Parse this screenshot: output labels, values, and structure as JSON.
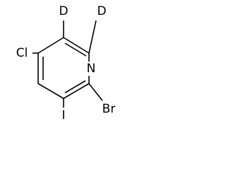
{
  "molecule": {
    "atoms": {
      "n": "N",
      "cl": "Cl",
      "i": "I",
      "br": "Br",
      "d_top_left": "D",
      "d_top_right": "D"
    }
  },
  "colors": {
    "bond": "#000000",
    "label": "#000000",
    "background": "#ffffff"
  }
}
